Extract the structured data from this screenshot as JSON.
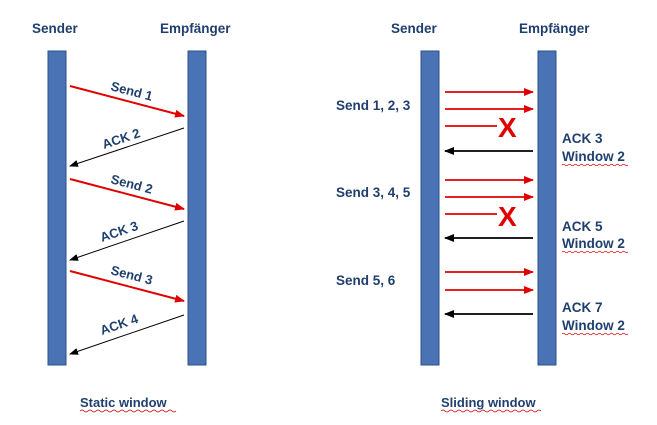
{
  "colors": {
    "bar_fill": "#4a73b5",
    "bar_stroke": "#2c4f86",
    "text": "#1f3f6e",
    "send_arrow": "#e00000",
    "ack_arrow": "#000000",
    "loss_mark": "#e00000",
    "squiggle": "#d40000"
  },
  "static_window": {
    "sender_label": "Sender",
    "receiver_label": "Empfänger",
    "caption": "Static window",
    "messages": [
      {
        "label": "Send 1"
      },
      {
        "label": "ACK 2"
      },
      {
        "label": "Send 2"
      },
      {
        "label": "ACK 3"
      },
      {
        "label": "Send 3"
      },
      {
        "label": "ACK 4"
      }
    ]
  },
  "sliding_window": {
    "sender_label": "Sender",
    "receiver_label": "Empfänger",
    "caption": "Sliding window",
    "loss_mark": "X",
    "send_groups": [
      {
        "label": "Send 1, 2, 3"
      },
      {
        "label": "Send 3, 4, 5"
      },
      {
        "label": "Send 5, 6"
      }
    ],
    "acks": [
      {
        "ack": "ACK 3",
        "window": "Window 2"
      },
      {
        "ack": "ACK 5",
        "window": "Window 2"
      },
      {
        "ack": "ACK 7",
        "window": "Window 2"
      }
    ]
  }
}
